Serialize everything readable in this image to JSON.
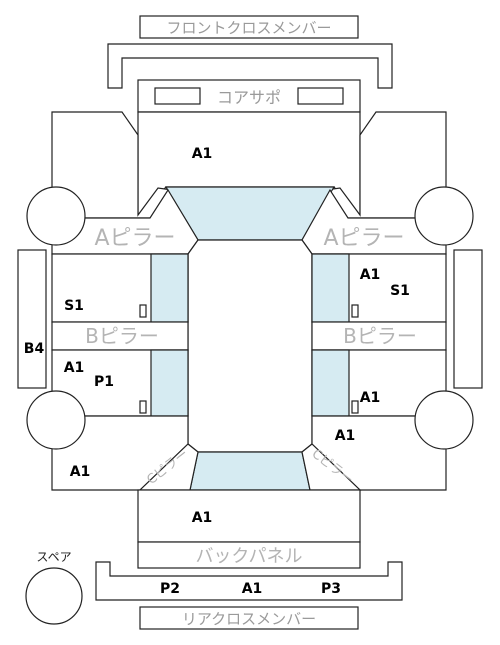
{
  "labels": {
    "front_cross_member": "フロントクロスメンバー",
    "core_support": "コアサポ",
    "a_pillar_left": "Aピラー",
    "a_pillar_right": "Aピラー",
    "b_pillar_left": "Bピラー",
    "b_pillar_right": "Bピラー",
    "c_pillar_left": "Cピラー",
    "c_pillar_right": "Cピラー",
    "back_panel": "バックパネル",
    "spare": "スペア",
    "rear_cross_member": "リアクロスメンバー"
  },
  "grades": {
    "front_top": "A1",
    "left_s1": "S1",
    "left_b4": "B4",
    "left_a1_mid": "A1",
    "left_p1": "P1",
    "left_a1_bottom": "A1",
    "right_a1_top": "A1",
    "right_s1": "S1",
    "right_a1_mid": "A1",
    "right_a1_lower": "A1",
    "trunk_a1": "A1",
    "rear_p2": "P2",
    "rear_a1": "A1",
    "rear_p3": "P3"
  }
}
